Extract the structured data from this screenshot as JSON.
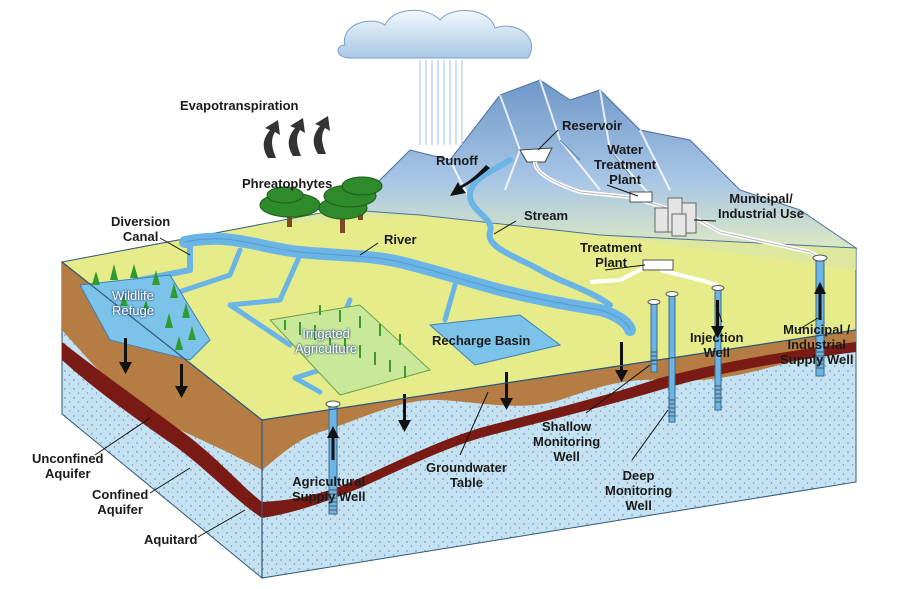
{
  "labels": {
    "evapotranspiration": "Evapotranspiration",
    "phreatophytes": "Phreatophytes",
    "reservoir": "Reservoir",
    "runoff": "Runoff",
    "water_treatment_plant": "Water\nTreatment\nPlant",
    "municipal_industrial_use": "Municipal/\nIndustrial Use",
    "stream": "Stream",
    "diversion_canal": "Diversion\nCanal",
    "river": "River",
    "treatment_plant": "Treatment\nPlant",
    "wildlife_refuge": "Wildlife\nRefuge",
    "irrigated_agriculture": "Irrigated\nAgriculture",
    "recharge_basin": "Recharge Basin",
    "injection_well": "Injection\nWell",
    "municipal_industrial_supply_well": "Municipal /\nIndustrial\nSupply Well",
    "unconfined_aquifer": "Unconfined\nAquifer",
    "confined_aquifer": "Confined\nAquifer",
    "aquitard": "Aquitard",
    "agricultural_supply_well": "Agricultural\nSupply Well",
    "groundwater_table": "Groundwater\nTable",
    "shallow_monitoring_well": "Shallow\nMonitoring\nWell",
    "deep_monitoring_well": "Deep\nMonitoring\nWell"
  },
  "colors": {
    "surface_green": "#e6ec8a",
    "soil_brown": "#b97f45",
    "aquifer_blue": "#bfe0f0",
    "aquitard_red": "#7a1a14",
    "water_blue": "#6ab4e6",
    "mountain_blue": "#9fbfe0",
    "cloud_blue": "#c9dff2",
    "tree_green": "#3a8a2a"
  }
}
